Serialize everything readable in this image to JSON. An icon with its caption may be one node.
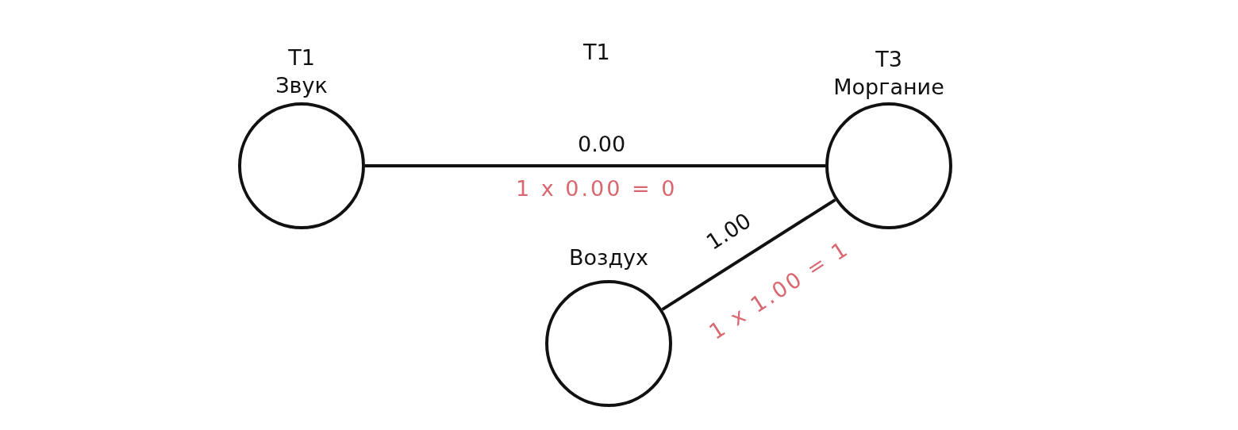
{
  "diagram": {
    "nodes": [
      {
        "text": [
          "T1",
          "Звук"
        ]
      },
      {
        "text": [
          "T3",
          "Моргание"
        ]
      },
      {
        "text": [
          "Воздух"
        ]
      }
    ],
    "edges": [
      {
        "from": 0,
        "to": 1,
        "arrow": "none",
        "label": "0.00"
      },
      {
        "from": 2,
        "to": 1,
        "arrow": "none",
        "label": "1.00"
      }
    ],
    "labels": [
      "T1",
      "1 x 0.00 = 0",
      "1 x 1.00 = 1"
    ]
  }
}
